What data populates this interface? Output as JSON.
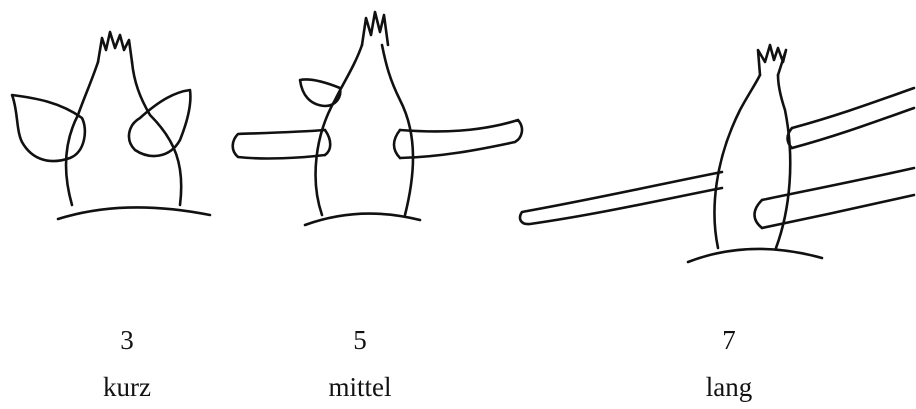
{
  "panels": [
    {
      "number": "3",
      "label": "kurz"
    },
    {
      "number": "5",
      "label": "mittel"
    },
    {
      "number": "7",
      "label": "lang"
    }
  ]
}
